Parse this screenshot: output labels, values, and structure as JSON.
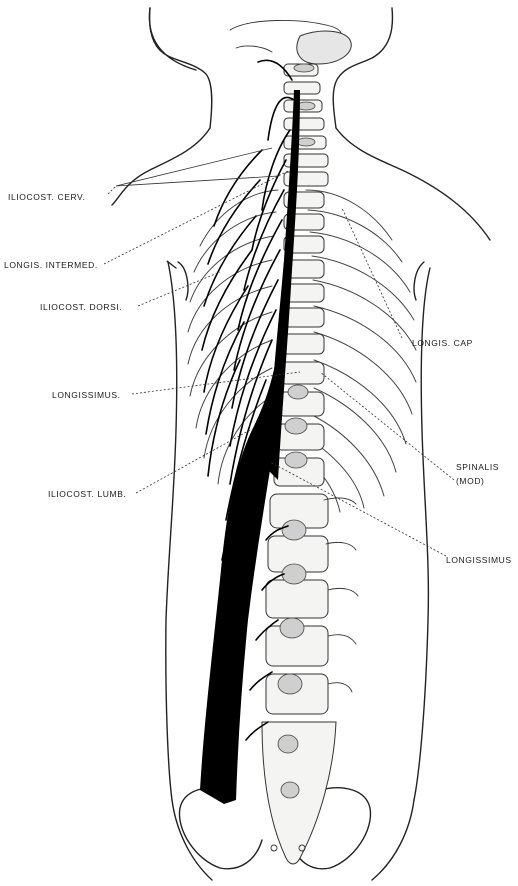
{
  "figure": {
    "labels": {
      "iliocost_cerv": "ILIOCOST. CERV.",
      "longis_intermed": "LONGIS. INTERMED.",
      "iliocost_dorsi": "ILIOCOST. DORSI.",
      "longissimus_left": "LONGISSIMUS.",
      "iliocost_lumb": "ILIOCOST. LUMB.",
      "longis_cap": "LONGIS. CAP",
      "spinalis": "SPINALIS",
      "spinalis_sub": "(MOD)",
      "longissimus_right": "LONGISSIMUS"
    }
  }
}
